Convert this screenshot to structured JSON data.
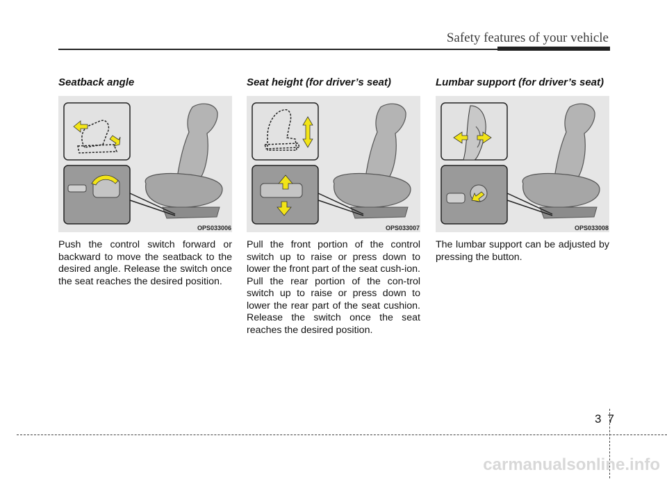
{
  "header": {
    "title": "Safety features of your vehicle"
  },
  "sections": [
    {
      "heading": "Seatback angle",
      "figure_code": "OPS033006",
      "text": "Push the control switch forward or backward to move the seatback to the desired angle. Release the switch once the seat reaches the desired position."
    },
    {
      "heading": "Seat height (for driver’s seat)",
      "figure_code": "OPS033007",
      "text": "Pull the front portion of the control switch up to raise or press down to lower the front part of the seat cush-ion. Pull the rear portion of the con-trol switch up to raise or press down to lower the rear part of the seat cushion. Release the switch once the seat reaches the desired position."
    },
    {
      "heading": "Lumbar support (for driver’s seat)",
      "figure_code": "OPS033008",
      "text": "The lumbar support can be adjusted by pressing the button."
    }
  ],
  "footer": {
    "page_number": "37"
  },
  "watermark": "carmanualsonline.info",
  "colors": {
    "arrow": "#f2e417",
    "figure_bg": "#e6e6e6",
    "rule": "#222222"
  }
}
